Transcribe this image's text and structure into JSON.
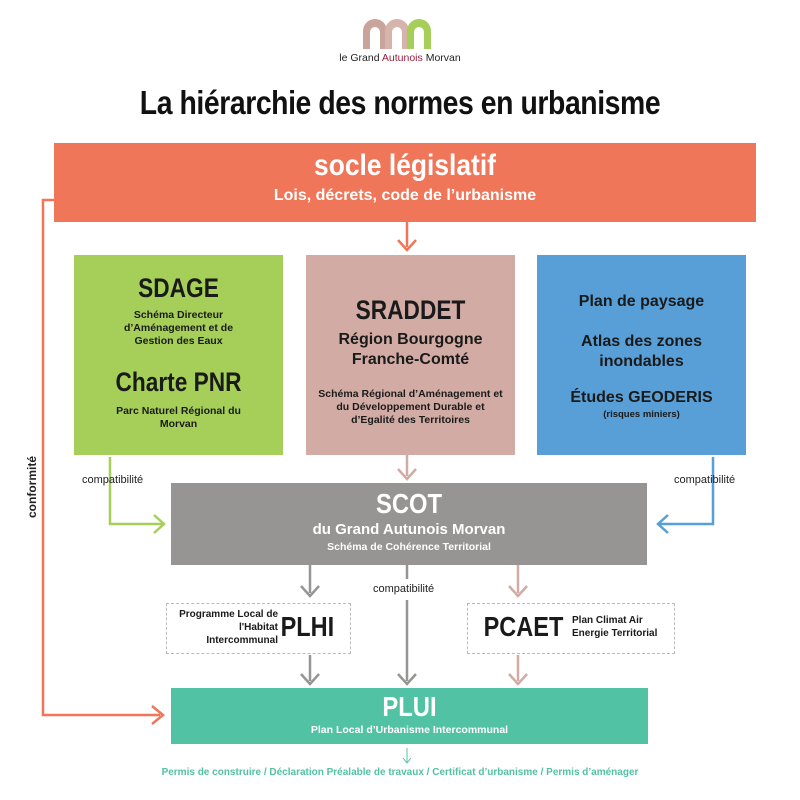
{
  "logo": {
    "prefix": "le Grand ",
    "accent": "Autunois",
    "suffix": " Morvan",
    "colors": [
      "#c9a49a",
      "#a5cf58"
    ]
  },
  "title": "La hiérarchie des normes en urbanisme",
  "socle": {
    "title": "socle législatif",
    "subtitle": "Lois, décrets, code de l’urbanisme",
    "color": "#ef7659"
  },
  "left_box": {
    "title1": "SDAGE",
    "desc1": "Schéma Directeur d’Aménagement et de Gestion des Eaux",
    "title2": "Charte PNR",
    "desc2": "Parc Naturel Régional du Morvan",
    "color": "#a5cf58"
  },
  "center_box": {
    "title": "SRADDET",
    "region": "Région Bourgogne Franche-Comté",
    "desc": "Schéma Régional d’Aménagement et du Développement Durable et d’Egalité des Territoires",
    "color": "#d2aba4"
  },
  "right_box": {
    "item1": "Plan de paysage",
    "item2": "Atlas des zones inondables",
    "item3": "Études GEODERIS",
    "item3_note": "(risques miniers)",
    "color": "#579fd6"
  },
  "scot": {
    "title": "SCOT",
    "subtitle": "du Grand Autunois Morvan",
    "desc": "Schéma de Cohérence Territorial",
    "color": "#969594"
  },
  "plhi": {
    "desc": "Programme Local de l'Habitat Intercommunal",
    "title": "PLHI"
  },
  "pcaet": {
    "title": "PCAET",
    "desc": "Plan Climat Air Energie Territorial"
  },
  "plui": {
    "title": "PLUI",
    "desc": "Plan Local d’Urbanisme Intercommunal",
    "color": "#52c2a4"
  },
  "labels": {
    "compat_left": "compatibilité",
    "compat_right": "compatibilité",
    "compat_center": "compatibilité",
    "conformite": "conformité"
  },
  "footnote": "Permis de construire / Déclaration Préalable de travaux / Certificat d’urbanisme / Permis d’aménager"
}
